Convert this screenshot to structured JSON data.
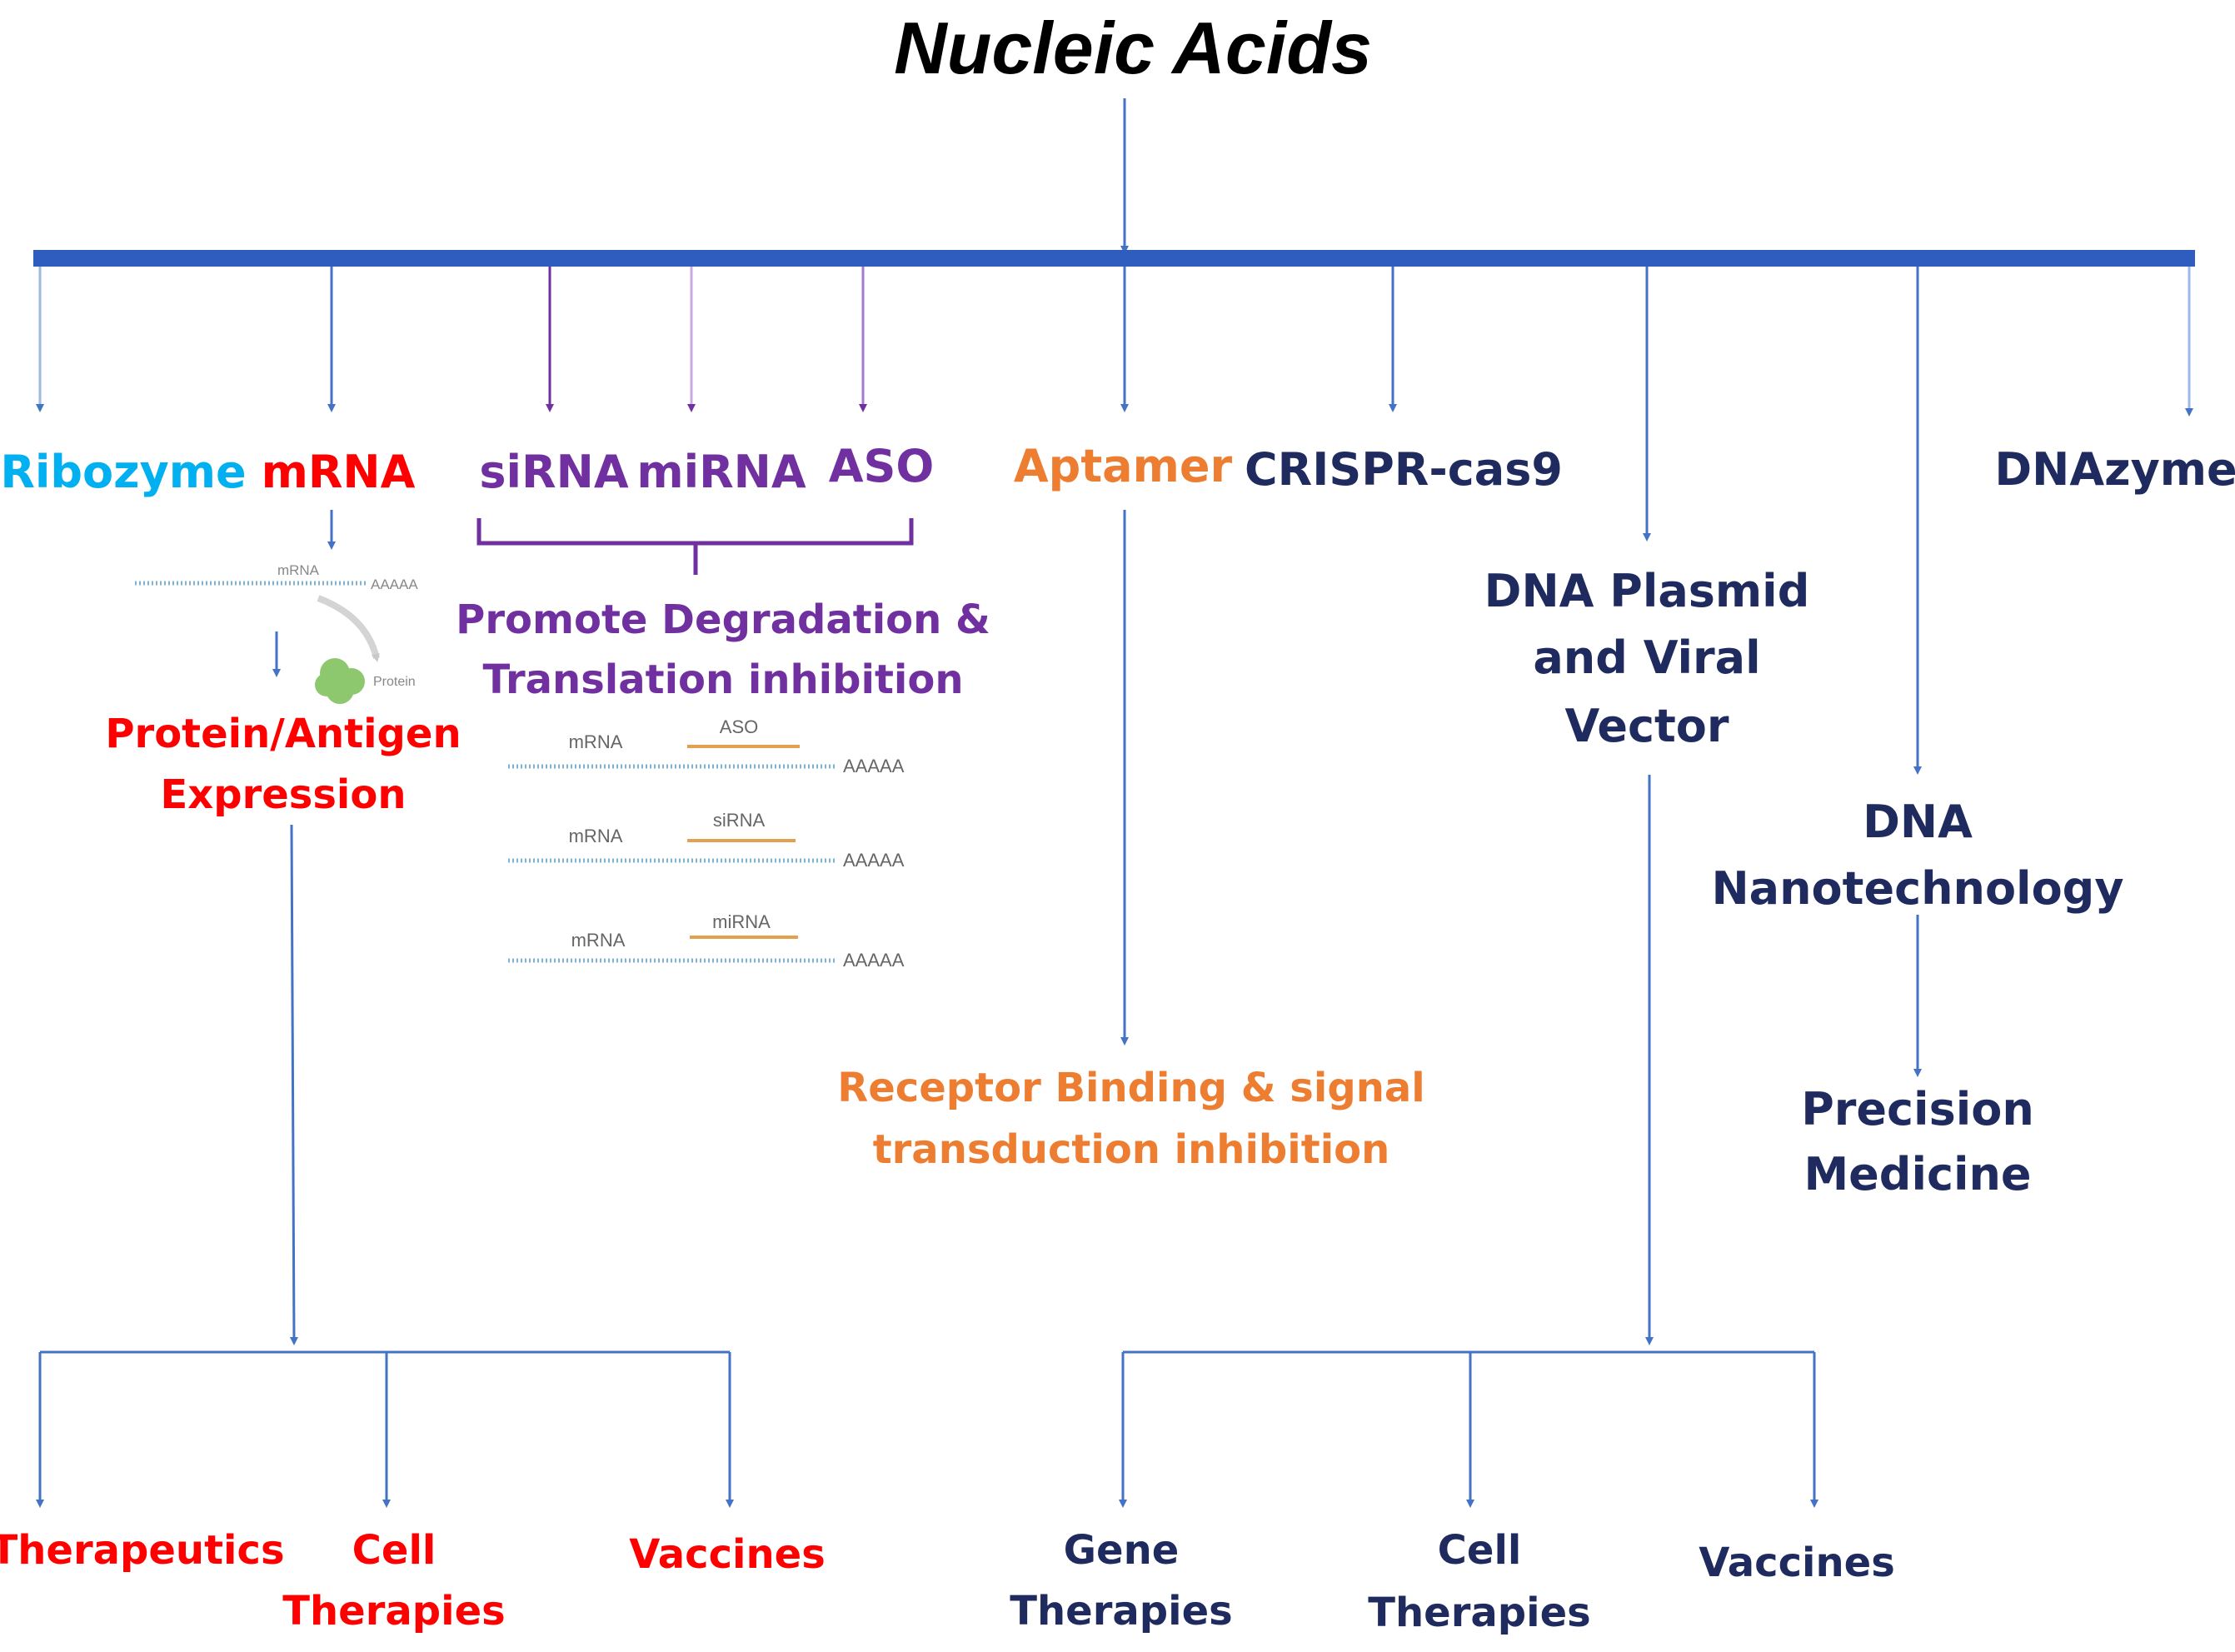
{
  "colors": {
    "connector": "#4472C4",
    "bar": "#2F5DBF",
    "purple": "#7030A0",
    "red": "#FF0000",
    "orange": "#ED7D31",
    "cyan": "#00B0F0",
    "navy": "#1F2A5E",
    "strand": "#7FB3D5",
    "guide": "#E3A04F",
    "protein": "#8DC86E"
  },
  "title": "Nucleic Acids",
  "branches": {
    "ribozyme": "Ribozyme",
    "mrna": "mRNA",
    "sirna": "siRNA",
    "mirna": "miRNA",
    "aso": "ASO",
    "aptamer": "Aptamer",
    "crispr": "CRISPR-cas9",
    "dnazyme": "DNAzyme",
    "plasmid": [
      "DNA Plasmid",
      "and Viral",
      "Vector"
    ],
    "nanotech": [
      "DNA",
      "Nanotechnology"
    ]
  },
  "mrna_path": {
    "mini_strand": "mRNA",
    "mini_tail": "AAAAA",
    "mini_protein": "Protein",
    "outcome": [
      "Protein/Antigen",
      "Expression"
    ],
    "leaves": {
      "therapeutics": "Therapeutics",
      "cell_therapies": [
        "Cell",
        "Therapies"
      ],
      "vaccines": "Vaccines"
    }
  },
  "silencing": {
    "outcome": [
      "Promote Degradation &",
      "Translation inhibition"
    ],
    "rows": [
      {
        "strand": "mRNA",
        "guide": "ASO",
        "tail": "AAAAA"
      },
      {
        "strand": "mRNA",
        "guide": "siRNA",
        "tail": "AAAAA"
      },
      {
        "strand": "mRNA",
        "guide": "miRNA",
        "tail": "AAAAA"
      }
    ]
  },
  "aptamer_outcome": [
    "Receptor Binding & signal",
    "transduction inhibition"
  ],
  "plasmid_leaves": {
    "gene_therapies": [
      "Gene",
      "Therapies"
    ],
    "cell_therapies": [
      "Cell",
      "Therapies"
    ],
    "vaccines": "Vaccines"
  },
  "nanotech_outcome": [
    "Precision",
    "Medicine"
  ]
}
